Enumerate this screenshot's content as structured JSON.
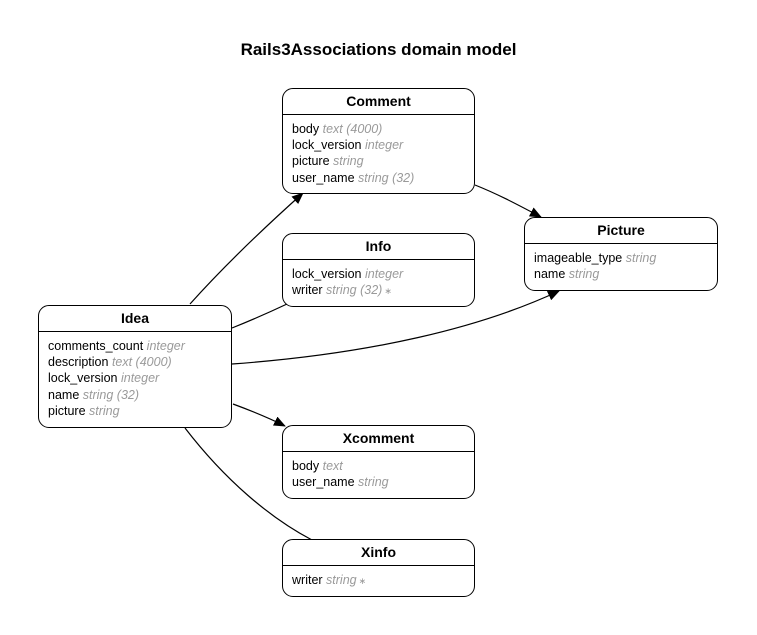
{
  "title": "Rails3Associations domain model",
  "entities": {
    "comment": {
      "name": "Comment",
      "attributes": [
        {
          "name": "body",
          "type": "text (4000)"
        },
        {
          "name": "lock_version",
          "type": "integer"
        },
        {
          "name": "picture",
          "type": "string"
        },
        {
          "name": "user_name",
          "type": "string (32)"
        }
      ]
    },
    "info": {
      "name": "Info",
      "attributes": [
        {
          "name": "lock_version",
          "type": "integer"
        },
        {
          "name": "writer",
          "type": "string (32)",
          "mark": "∗"
        }
      ]
    },
    "picture": {
      "name": "Picture",
      "attributes": [
        {
          "name": "imageable_type",
          "type": "string"
        },
        {
          "name": "name",
          "type": "string"
        }
      ]
    },
    "idea": {
      "name": "Idea",
      "attributes": [
        {
          "name": "comments_count",
          "type": "integer"
        },
        {
          "name": "description",
          "type": "text (4000)"
        },
        {
          "name": "lock_version",
          "type": "integer"
        },
        {
          "name": "name",
          "type": "string (32)"
        },
        {
          "name": "picture",
          "type": "string"
        }
      ]
    },
    "xcomment": {
      "name": "Xcomment",
      "attributes": [
        {
          "name": "body",
          "type": "text"
        },
        {
          "name": "user_name",
          "type": "string"
        }
      ]
    },
    "xinfo": {
      "name": "Xinfo",
      "attributes": [
        {
          "name": "writer",
          "type": "string",
          "mark": "∗"
        }
      ]
    }
  },
  "relationships": [
    {
      "from": "Idea",
      "to": "Comment",
      "arrow": true
    },
    {
      "from": "Idea",
      "to": "Info",
      "arrow": false
    },
    {
      "from": "Idea",
      "to": "Picture",
      "arrow": true
    },
    {
      "from": "Idea",
      "to": "Xcomment",
      "arrow": true
    },
    {
      "from": "Idea",
      "to": "Xinfo",
      "arrow": false
    },
    {
      "from": "Comment",
      "to": "Picture",
      "arrow": true
    }
  ]
}
